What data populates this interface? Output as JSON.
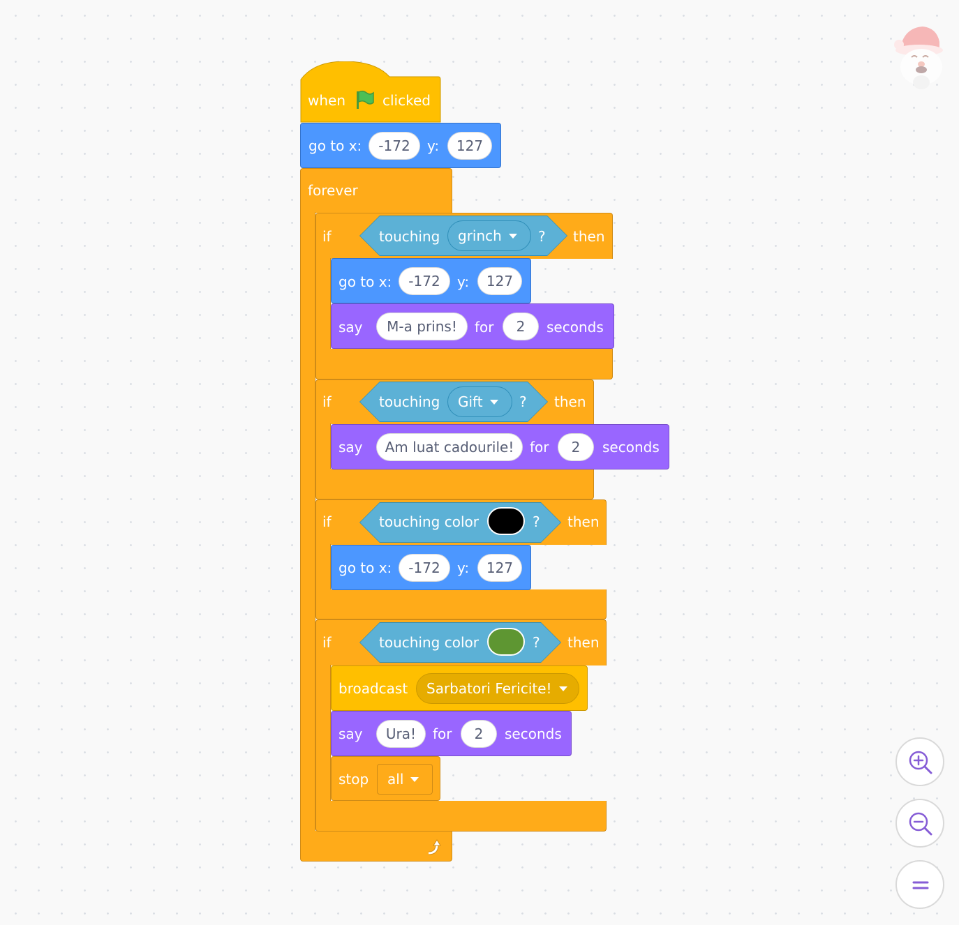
{
  "hat": {
    "when": "when",
    "clicked": "clicked"
  },
  "goto_main": {
    "label": "go to x:",
    "x": "-172",
    "ylabel": "y:",
    "y": "127"
  },
  "forever": {
    "label": "forever"
  },
  "if1": {
    "if": "if",
    "touching": "touching",
    "target": "grinch",
    "q": "?",
    "then": "then",
    "goto": {
      "label": "go to x:",
      "x": "-172",
      "ylabel": "y:",
      "y": "127"
    },
    "say": {
      "label": "say",
      "text": "M-a prins!",
      "for": "for",
      "secs": "2",
      "seconds": "seconds"
    }
  },
  "if2": {
    "if": "if",
    "touching": "touching",
    "target": "Gift",
    "q": "?",
    "then": "then",
    "say": {
      "label": "say",
      "text": "Am luat cadourile!",
      "for": "for",
      "secs": "2",
      "seconds": "seconds"
    }
  },
  "if3": {
    "if": "if",
    "touching": "touching color",
    "q": "?",
    "then": "then",
    "color": "#000000",
    "goto": {
      "label": "go to x:",
      "x": "-172",
      "ylabel": "y:",
      "y": "127"
    }
  },
  "if4": {
    "if": "if",
    "touching": "touching color",
    "q": "?",
    "then": "then",
    "color": "#5e9632",
    "broadcast": {
      "label": "broadcast",
      "message": "Sarbatori Fericite!"
    },
    "say": {
      "label": "say",
      "text": "Ura!",
      "for": "for",
      "secs": "2",
      "seconds": "seconds"
    },
    "stop": {
      "label": "stop",
      "option": "all"
    }
  },
  "icons": {
    "flag": "green-flag-icon",
    "loop": "loop-arrow-icon",
    "mascot": "santa-mascot-icon",
    "zoom_in": "zoom-in-icon",
    "zoom_out": "zoom-out-icon",
    "reset": "zoom-reset-icon"
  }
}
